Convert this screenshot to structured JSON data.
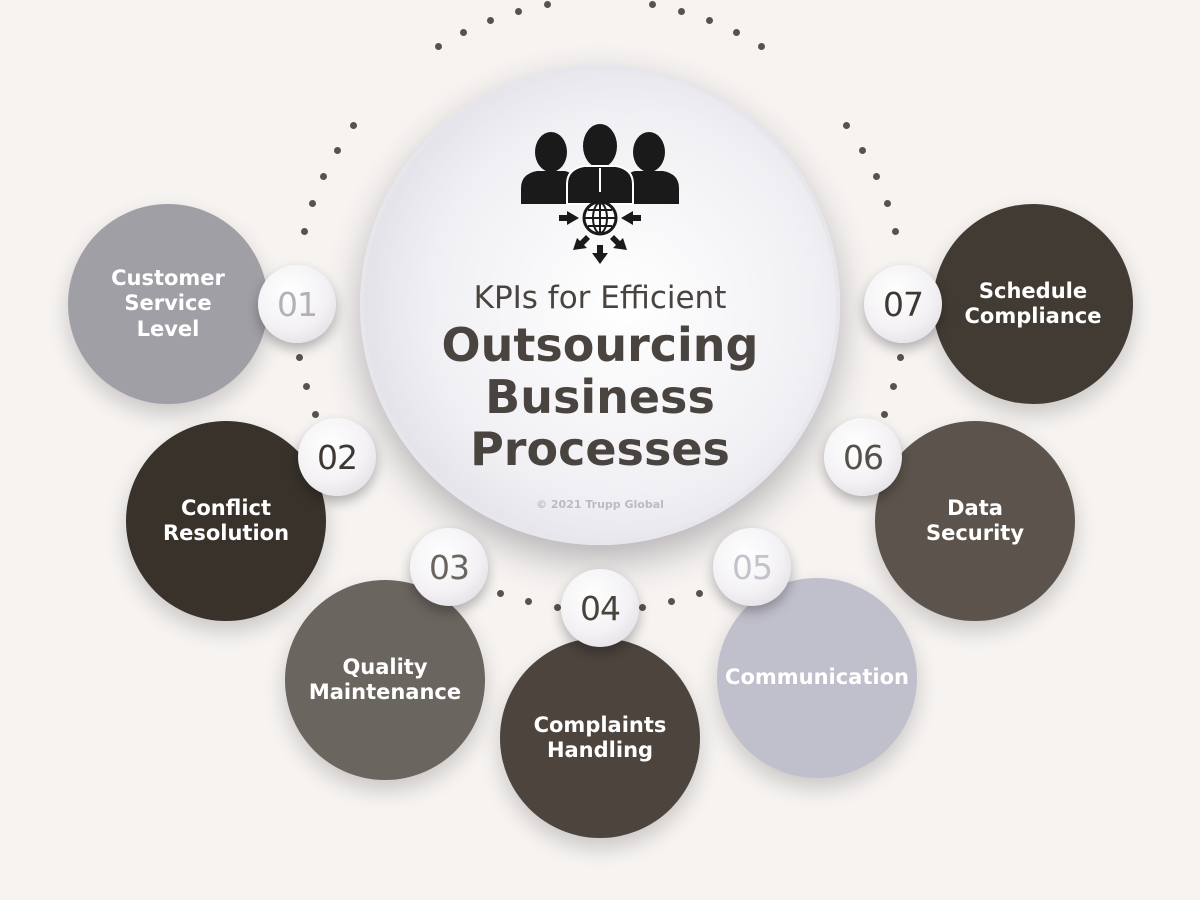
{
  "center": {
    "subtitle": "KPIs for Efficient",
    "title_lines": [
      "Outsourcing",
      "Business",
      "Processes"
    ],
    "copyright": "© 2021 Trupp Global",
    "icon": "people-network-icon"
  },
  "kpis": [
    {
      "number": "01",
      "label": "Customer\nService\nLevel",
      "color": "#a19fa6",
      "number_color": "#b3b0b8"
    },
    {
      "number": "02",
      "label": "Conflict\nResolution",
      "color": "#38322b",
      "number_color": "#3d3834"
    },
    {
      "number": "03",
      "label": "Quality\nMaintenance",
      "color": "#6b6560",
      "number_color": "#6b6560"
    },
    {
      "number": "04",
      "label": "Complaints\nHandling",
      "color": "#4c443d",
      "number_color": "#4a433c"
    },
    {
      "number": "05",
      "label": "Communication",
      "color": "#c0bfcc",
      "number_color": "#c4c2cc"
    },
    {
      "number": "06",
      "label": "Data\nSecurity",
      "color": "#5c544c",
      "number_color": "#57504a"
    },
    {
      "number": "07",
      "label": "Schedule\nCompliance",
      "color": "#423b33",
      "number_color": "#3e3832"
    }
  ]
}
